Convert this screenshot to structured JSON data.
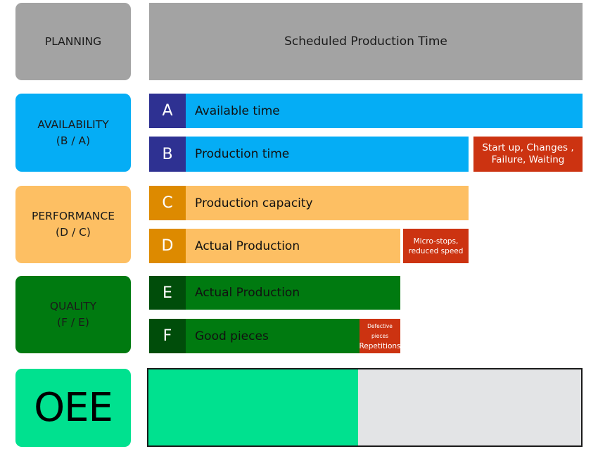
{
  "planning": {
    "label": "PLANNING",
    "bar_label": "Scheduled Production Time"
  },
  "availability": {
    "label": "AVAILABILITY",
    "formula": "(B / A)",
    "a": {
      "letter": "A",
      "label": "Available time"
    },
    "b": {
      "letter": "B",
      "label": "Production time"
    },
    "loss": {
      "line1": "Start up, Changes ,",
      "line2": "Failure, Waiting"
    }
  },
  "performance": {
    "label": "PERFORMANCE",
    "formula": "(D / C)",
    "c": {
      "letter": "C",
      "label": "Production capacity"
    },
    "d": {
      "letter": "D",
      "label": "Actual Production"
    },
    "loss": {
      "line1": "Micro-stops,",
      "line2": "reduced speed"
    }
  },
  "quality": {
    "label": "QUALITY",
    "formula": "(F / E)",
    "e": {
      "letter": "E",
      "label": "Actual Production"
    },
    "f": {
      "letter": "F",
      "label": "Good pieces"
    },
    "loss": {
      "line1": "Defective pieces",
      "line2": "Repetitions"
    }
  },
  "oee": {
    "label": "OEE",
    "fill_fraction": 0.485
  },
  "colors": {
    "planning": "#a3a3a3",
    "availability": "#05adf5",
    "availability_letter": "#2e3192",
    "performance": "#fdbf63",
    "performance_letter": "#dd8a00",
    "quality": "#007a10",
    "quality_letter": "#004d0a",
    "loss": "#cc3311",
    "oee": "#00e18f",
    "oee_empty": "#e3e4e6"
  }
}
